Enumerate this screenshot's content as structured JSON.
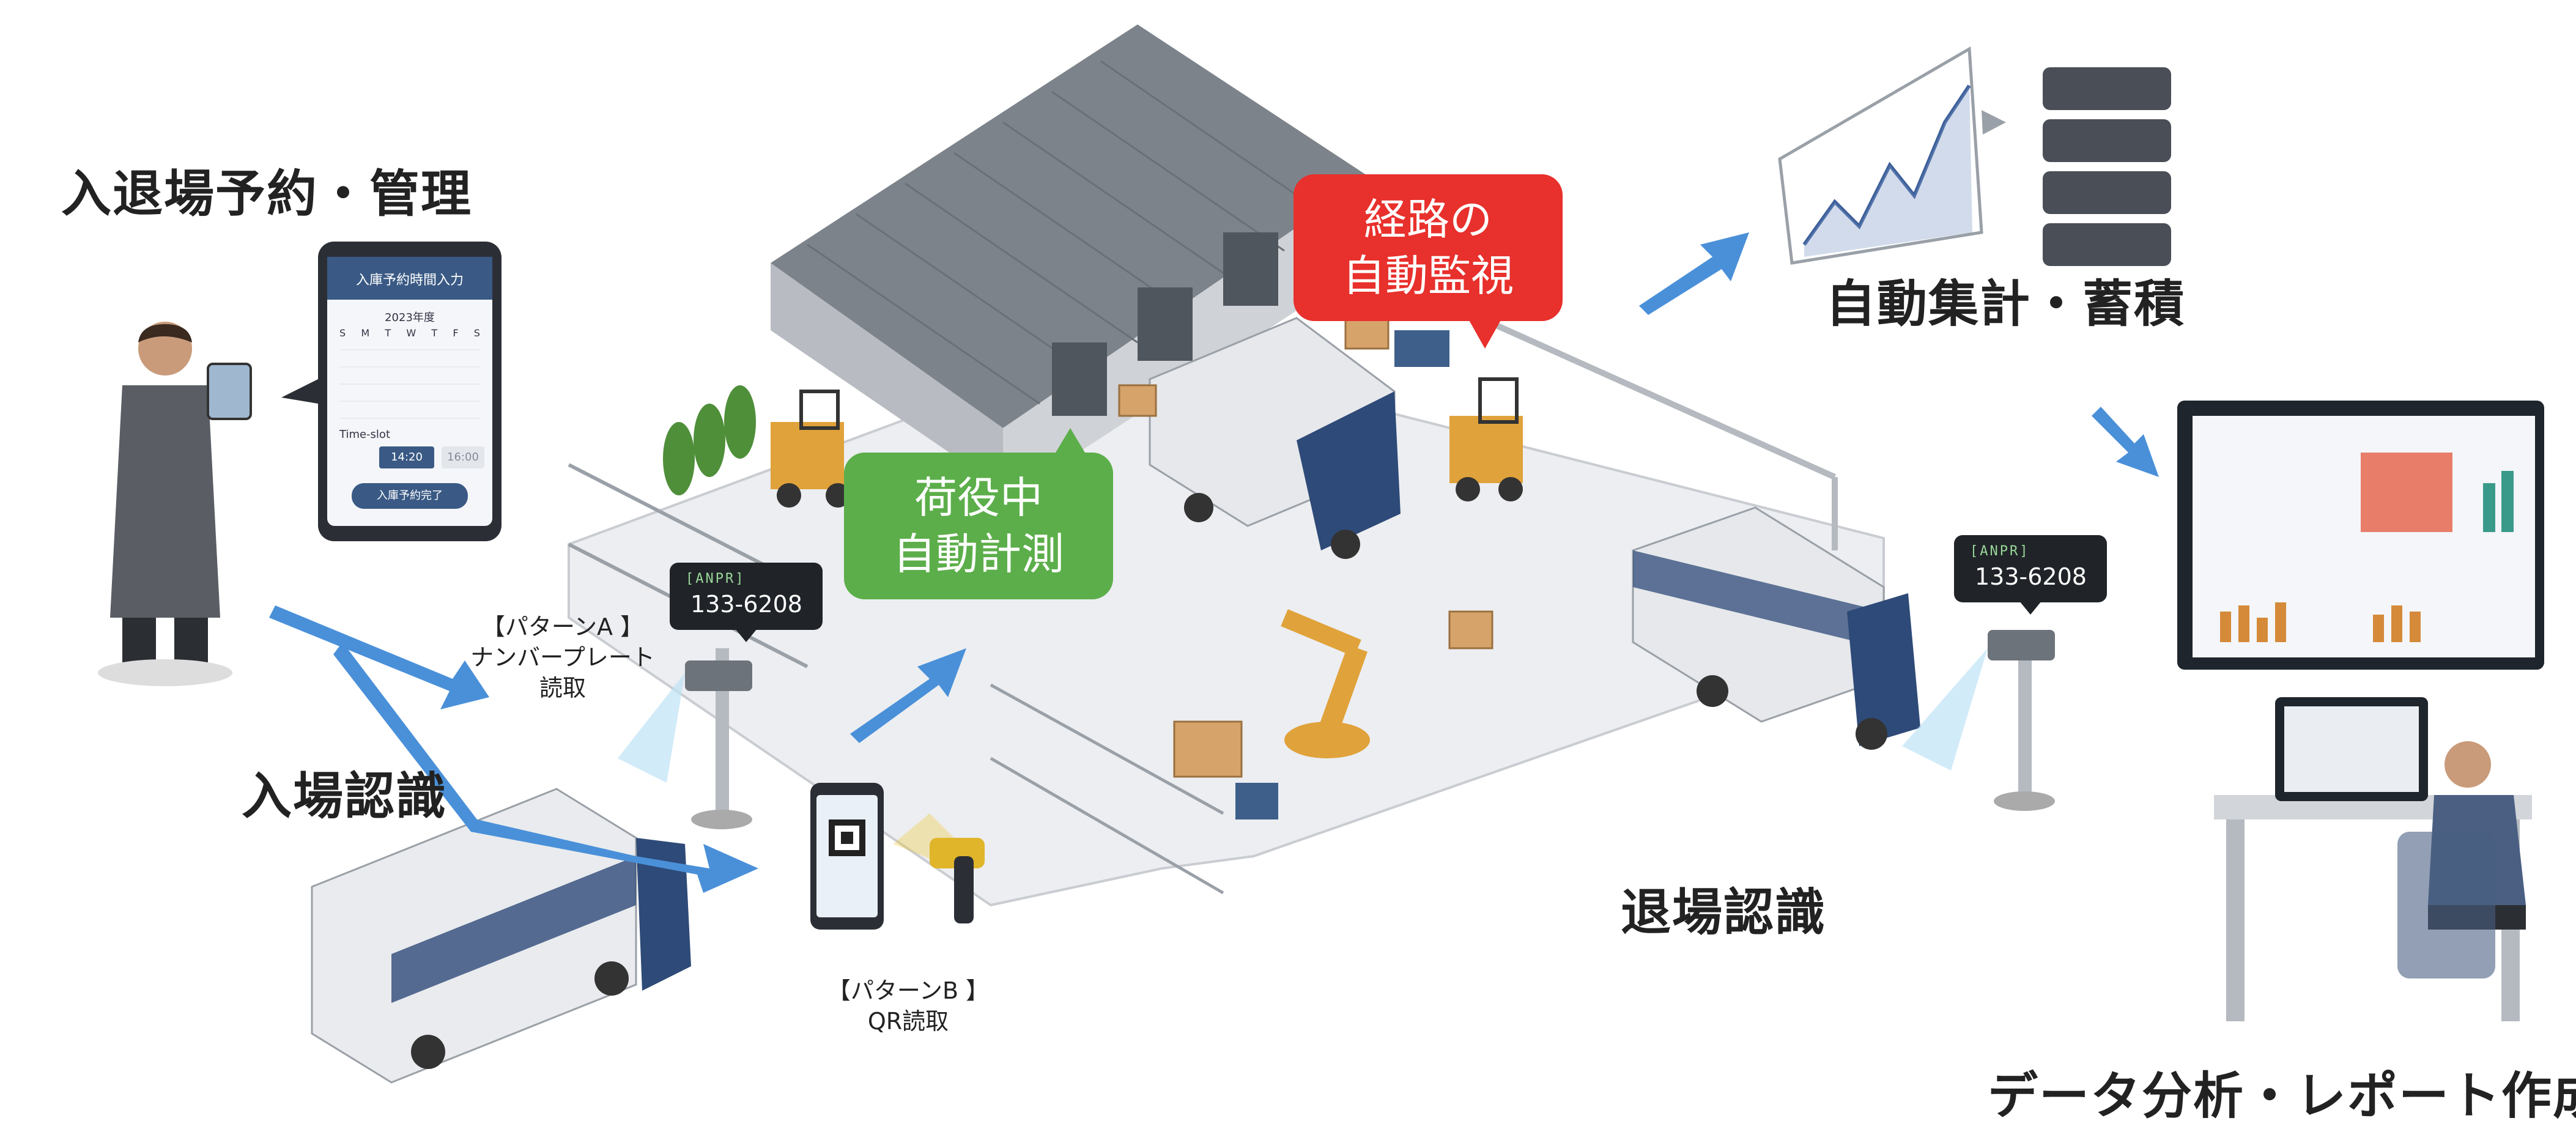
{
  "labels": {
    "reservation": "入退場予約・管理",
    "entry": "入場認識",
    "pattern_a_title": "【パターンA 】",
    "pattern_a_line1": "ナンバープレート",
    "pattern_a_line2": "読取",
    "pattern_b_title": "【パターンB 】",
    "pattern_b_line1": "QR読取",
    "exit": "退場認識",
    "aggregation": "自動集計・蓄積",
    "analysis": "データ分析・レポート作成"
  },
  "bubbles": {
    "route_line1": "経路の",
    "route_line2": "自動監視",
    "loading_line1": "荷役中",
    "loading_line2": "自動計測"
  },
  "plates": {
    "entry_plate": "133-6208",
    "exit_plate": "133-6208"
  },
  "phone": {
    "title": "入庫予約時間入力",
    "month": "2023年度",
    "weekdays": [
      "S",
      "M",
      "T",
      "W",
      "T",
      "F",
      "S"
    ],
    "timeslot_label": "Time-slot",
    "timeslot_value": "14:20",
    "timeslot_alt": "16:00",
    "confirm_button": "入庫予約完了"
  },
  "colors": {
    "route_bubble": "#e8302c",
    "loading_bubble": "#5cae4a",
    "arrow": "#4a90d9",
    "truck_blue": "#2e4a78",
    "warehouse_gray": "#8a8f96"
  }
}
